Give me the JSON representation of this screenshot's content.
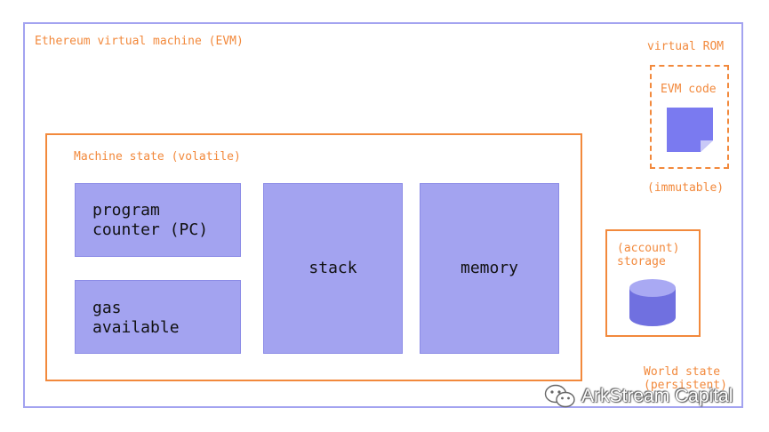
{
  "evm": {
    "label": "Ethereum virtual machine (EVM)"
  },
  "machine_state": {
    "label": "Machine state (volatile)",
    "program_counter": "program\ncounter (PC)",
    "gas_available": "gas\navailable",
    "stack": "stack",
    "memory": "memory"
  },
  "virtual_rom": {
    "label": "virtual ROM",
    "code_label": "EVM code",
    "note": "(immutable)"
  },
  "storage": {
    "label": "(account)\nstorage"
  },
  "world_state": {
    "label": "World state\n(persistent)"
  },
  "watermark": {
    "text": "ArkStream Capital",
    "icon": "wechat-icon"
  },
  "colors": {
    "accent_orange": "#f2893c",
    "block_purple": "#a3a3f0",
    "icon_purple": "#7a7af0",
    "cylinder_purple": "#7070e0"
  }
}
